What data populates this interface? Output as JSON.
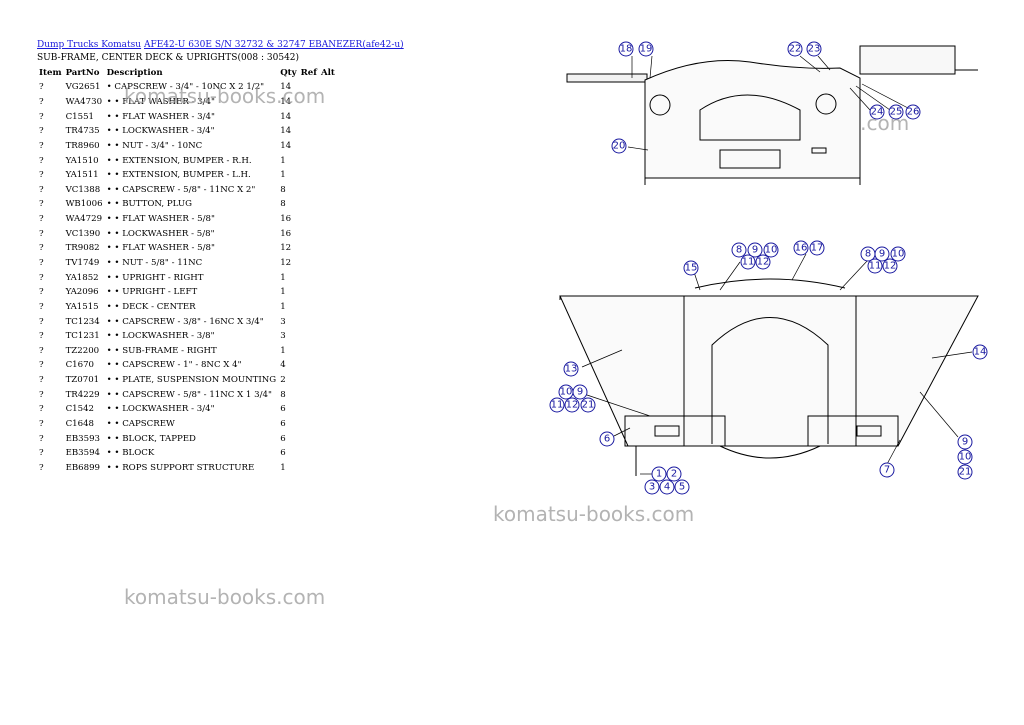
{
  "breadcrumb": {
    "link1": "Dump Trucks Komatsu",
    "link2": "AFE42-U 630E S/N 32732 & 32747 EBANEZER(afe42-u)"
  },
  "subtitle": "SUB-FRAME, CENTER DECK & UPRIGHTS(008 : 30542)",
  "table": {
    "headers": {
      "item": "Item",
      "partno": "PartNo",
      "description": "Description",
      "qty": "Qty",
      "ref": "Ref",
      "alt": "Alt"
    },
    "rows": [
      {
        "item": "?",
        "part": "VG2651",
        "desc": "• CAPSCREW - 3/4\" - 10NC X 2 1/2\"",
        "qty": "14"
      },
      {
        "item": "?",
        "part": "WA4730",
        "desc": "• • FLAT WASHER - 3/4\"",
        "qty": "14"
      },
      {
        "item": "?",
        "part": "C1551",
        "desc": "• • FLAT WASHER - 3/4\"",
        "qty": "14"
      },
      {
        "item": "?",
        "part": "TR4735",
        "desc": "• • LOCKWASHER - 3/4\"",
        "qty": "14"
      },
      {
        "item": "?",
        "part": "TR8960",
        "desc": "• • NUT - 3/4\" - 10NC",
        "qty": "14"
      },
      {
        "item": "?",
        "part": "YA1510",
        "desc": "• • EXTENSION, BUMPER - R.H.",
        "qty": "1"
      },
      {
        "item": "?",
        "part": "YA1511",
        "desc": "• • EXTENSION, BUMPER - L.H.",
        "qty": "1"
      },
      {
        "item": "?",
        "part": "VC1388",
        "desc": "• • CAPSCREW - 5/8\" - 11NC X 2\"",
        "qty": "8"
      },
      {
        "item": "?",
        "part": "WB1006",
        "desc": "• • BUTTON, PLUG",
        "qty": "8"
      },
      {
        "item": "?",
        "part": "WA4729",
        "desc": "• • FLAT WASHER - 5/8\"",
        "qty": "16"
      },
      {
        "item": "?",
        "part": "VC1390",
        "desc": "• • LOCKWASHER - 5/8\"",
        "qty": "16"
      },
      {
        "item": "?",
        "part": "TR9082",
        "desc": "• • FLAT WASHER - 5/8\"",
        "qty": "12"
      },
      {
        "item": "?",
        "part": "TV1749",
        "desc": "• • NUT - 5/8\" - 11NC",
        "qty": "12"
      },
      {
        "item": "?",
        "part": "YA1852",
        "desc": "• • UPRIGHT - RIGHT",
        "qty": "1"
      },
      {
        "item": "?",
        "part": "YA2096",
        "desc": "• • UPRIGHT - LEFT",
        "qty": "1"
      },
      {
        "item": "?",
        "part": "YA1515",
        "desc": "• • DECK - CENTER",
        "qty": "1"
      },
      {
        "item": "?",
        "part": "TC1234",
        "desc": "• • CAPSCREW - 3/8\" - 16NC X 3/4\"",
        "qty": "3"
      },
      {
        "item": "?",
        "part": "TC1231",
        "desc": "• • LOCKWASHER - 3/8\"",
        "qty": "3"
      },
      {
        "item": "?",
        "part": "TZ2200",
        "desc": "• • SUB-FRAME - RIGHT",
        "qty": "1"
      },
      {
        "item": "?",
        "part": "C1670",
        "desc": "• • CAPSCREW - 1\" - 8NC X 4\"",
        "qty": "4"
      },
      {
        "item": "?",
        "part": "TZ0701",
        "desc": "• • PLATE, SUSPENSION MOUNTING",
        "qty": "2"
      },
      {
        "item": "?",
        "part": "TR4229",
        "desc": "• • CAPSCREW - 5/8\" - 11NC X 1 3/4\"",
        "qty": "8"
      },
      {
        "item": "?",
        "part": "C1542",
        "desc": "• • LOCKWASHER - 3/4\"",
        "qty": "6"
      },
      {
        "item": "?",
        "part": "C1648",
        "desc": "• • CAPSCREW",
        "qty": "6"
      },
      {
        "item": "?",
        "part": "EB3593",
        "desc": "• • BLOCK, TAPPED",
        "qty": "6"
      },
      {
        "item": "?",
        "part": "EB3594",
        "desc": "• • BLOCK",
        "qty": "6"
      },
      {
        "item": "?",
        "part": "EB6899",
        "desc": "• • ROPS SUPPORT STRUCTURE",
        "qty": "1"
      }
    ]
  },
  "watermarks": [
    "komatsu-books.com",
    "komatsu-books.com",
    "komatsu-books.com",
    "komatsu-books.com"
  ],
  "callouts_top": [
    "18",
    "19",
    "22",
    "23",
    "20",
    "24",
    "25",
    "26"
  ],
  "callouts_bottom": [
    "8",
    "9",
    "10",
    "11",
    "12",
    "16",
    "17",
    "15",
    "8",
    "9",
    "10",
    "11",
    "12",
    "13",
    "14",
    "10",
    "9",
    "11",
    "12",
    "21",
    "6",
    "1",
    "2",
    "3",
    "4",
    "5",
    "7",
    "9",
    "10",
    "21"
  ],
  "colors": {
    "link": "#1a1adb",
    "callout": "#1a1aa0",
    "watermark": "#9a9a9a"
  }
}
